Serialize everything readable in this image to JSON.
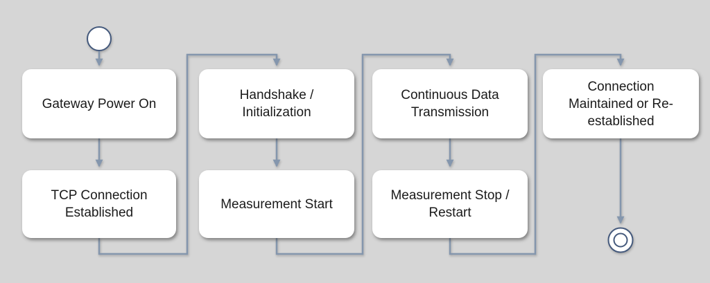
{
  "diagram": {
    "type": "flowchart",
    "colors": {
      "background": "#d6d6d6",
      "node_fill": "#ffffff",
      "node_text": "#1a1a1a",
      "connector": "#8496ad",
      "terminator_stroke": "#44597c"
    },
    "start_node": {
      "shape": "circle"
    },
    "end_node": {
      "shape": "double-circle"
    },
    "nodes": [
      {
        "id": "gateway-power-on",
        "label": "Gateway Power On"
      },
      {
        "id": "tcp-connection-established",
        "label": "TCP Connection\nEstablished"
      },
      {
        "id": "handshake-initialization",
        "label": "Handshake /\nInitialization"
      },
      {
        "id": "measurement-start",
        "label": "Measurement Start"
      },
      {
        "id": "continuous-data-transmission",
        "label": "Continuous Data\nTransmission"
      },
      {
        "id": "measurement-stop-restart",
        "label": "Measurement Stop /\nRestart"
      },
      {
        "id": "connection-maintained",
        "label": "Connection\nMaintained or Re-\nestablished"
      }
    ],
    "edges": [
      [
        "start",
        "gateway-power-on"
      ],
      [
        "gateway-power-on",
        "tcp-connection-established"
      ],
      [
        "tcp-connection-established",
        "handshake-initialization"
      ],
      [
        "handshake-initialization",
        "measurement-start"
      ],
      [
        "measurement-start",
        "continuous-data-transmission"
      ],
      [
        "continuous-data-transmission",
        "measurement-stop-restart"
      ],
      [
        "measurement-stop-restart",
        "connection-maintained"
      ],
      [
        "connection-maintained",
        "end"
      ]
    ]
  }
}
